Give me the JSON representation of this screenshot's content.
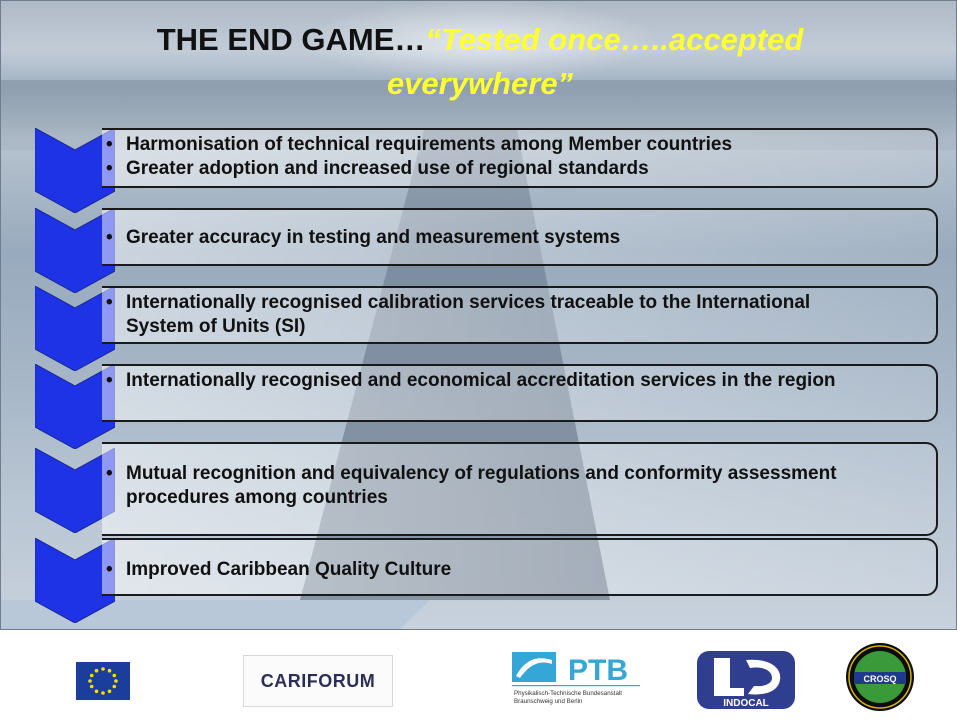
{
  "title": {
    "main": "THE END GAME…",
    "highlight": "“Tested once…..accepted everywhere”"
  },
  "outcomes": [
    {
      "items": [
        "Harmonisation of technical requirements among Member countries",
        "Greater adoption and increased use of regional standards"
      ]
    },
    {
      "items": [
        "Greater accuracy in testing and measurement systems"
      ]
    },
    {
      "items": [
        "Internationally recognised calibration services traceable to the International System of Units (SI)"
      ]
    },
    {
      "items": [
        "Internationally recognised and economical  accreditation services in the region"
      ]
    },
    {
      "items": [
        "Mutual recognition and equivalency of regulations and conformity assessment procedures among countries"
      ]
    },
    {
      "items": [
        "Improved Caribbean Quality Culture"
      ]
    }
  ],
  "logos": {
    "cariforum": "CARIFORUM",
    "ptb": "PTB",
    "ptb_sub1": "Physikalisch-Technische Bundesanstalt",
    "ptb_sub2": "Braunschweig und Berlin",
    "indocal": "INDOCAL",
    "crosq": "CROSQ"
  },
  "colors": {
    "chevron": "#1f33e6",
    "highlight": "#ffff33",
    "eu_blue": "#1b3d9b",
    "eu_star": "#ffdd00"
  }
}
